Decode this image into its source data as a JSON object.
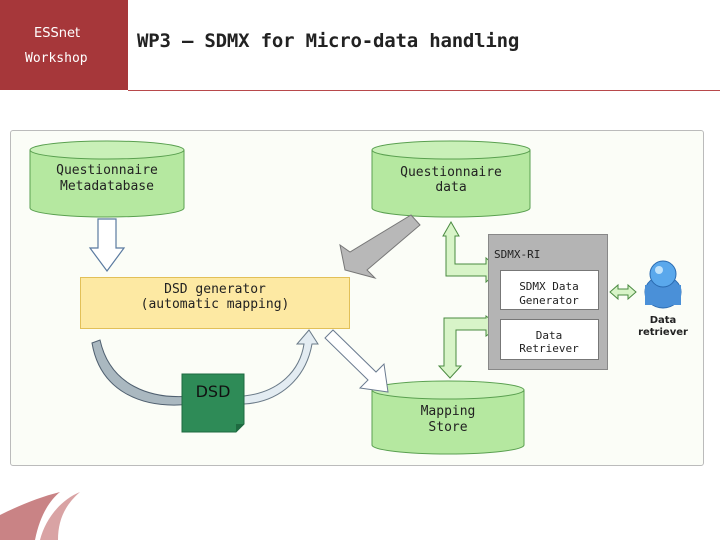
{
  "header": {
    "line1": "ESSnet",
    "line2": "Workshop",
    "title": "WP3 – SDMX for Micro-data handling"
  },
  "diagram": {
    "questionnaire_metadatabase": [
      "Questionnaire",
      "Metadatabase"
    ],
    "questionnaire_data": [
      "Questionnaire",
      "data"
    ],
    "sdmx_ri": "SDMX-RI",
    "sdmx_data_generator": [
      "SDMX Data",
      "Generator"
    ],
    "data_retriever": [
      "Data",
      "Retriever"
    ],
    "dsd_generator": [
      "DSD generator",
      "(automatic mapping)"
    ],
    "dsd": "DSD",
    "mapping_store": [
      "Mapping",
      "Store"
    ],
    "user_data_retriever": [
      "Data",
      "retriever"
    ]
  },
  "colors": {
    "brand": "#a6373a",
    "cylinder": "#b5e8a0",
    "green_arrow": "#d8f4c8",
    "dsd_doc": "#2e8b57",
    "dsd_generator": "#fde9a3"
  }
}
